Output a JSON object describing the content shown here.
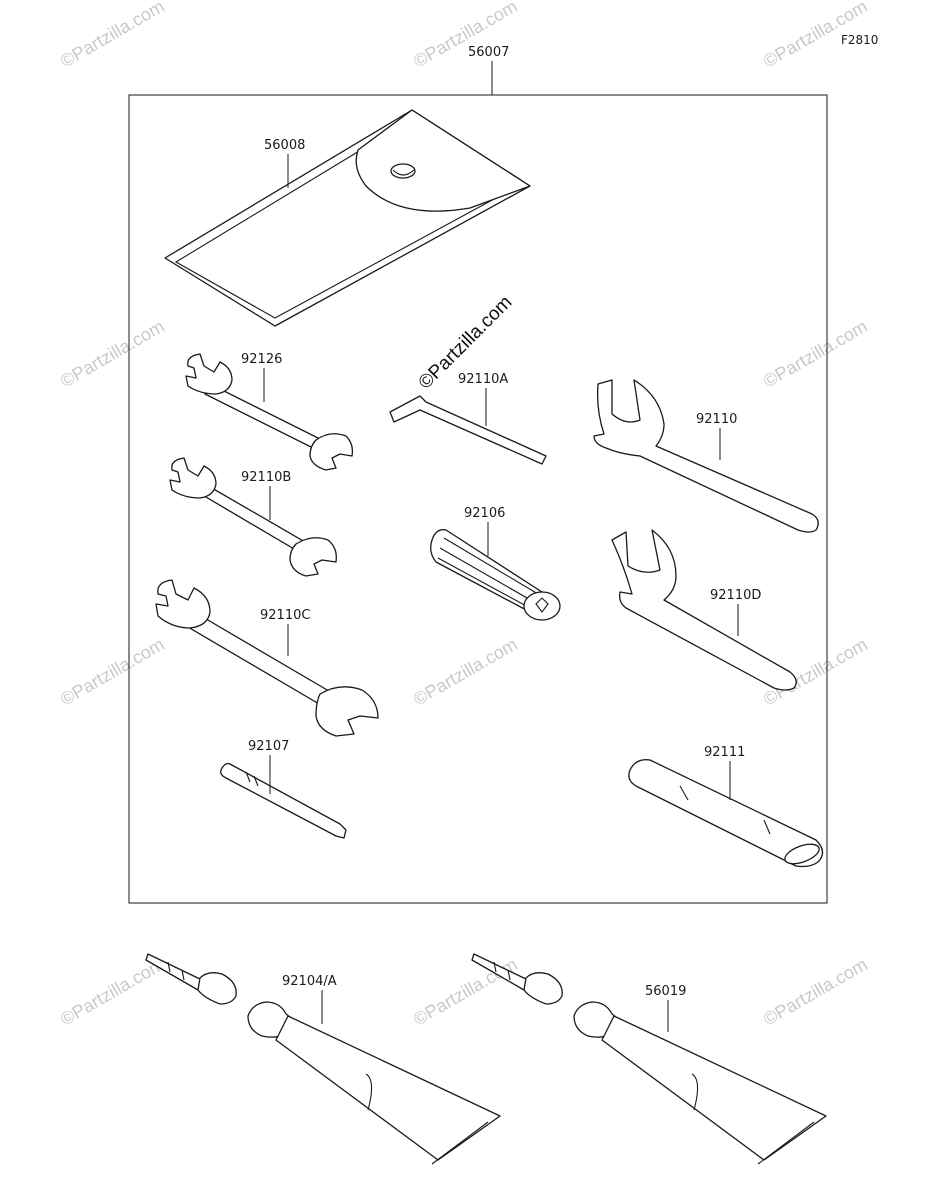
{
  "figure_code": "F2810",
  "watermark": "©Partzilla.com",
  "parts": {
    "kit": "56007",
    "case": "56008",
    "wrench_a": "92126",
    "hex_key": "92110A",
    "spanner": "92110",
    "wrench_b": "92110B",
    "extension": "92106",
    "wrench_c": "92110C",
    "hook_spanner": "92110D",
    "screwdriver_bit": "92107",
    "handle": "92111",
    "tube_left": "92104/A",
    "tube_right": "56019"
  }
}
